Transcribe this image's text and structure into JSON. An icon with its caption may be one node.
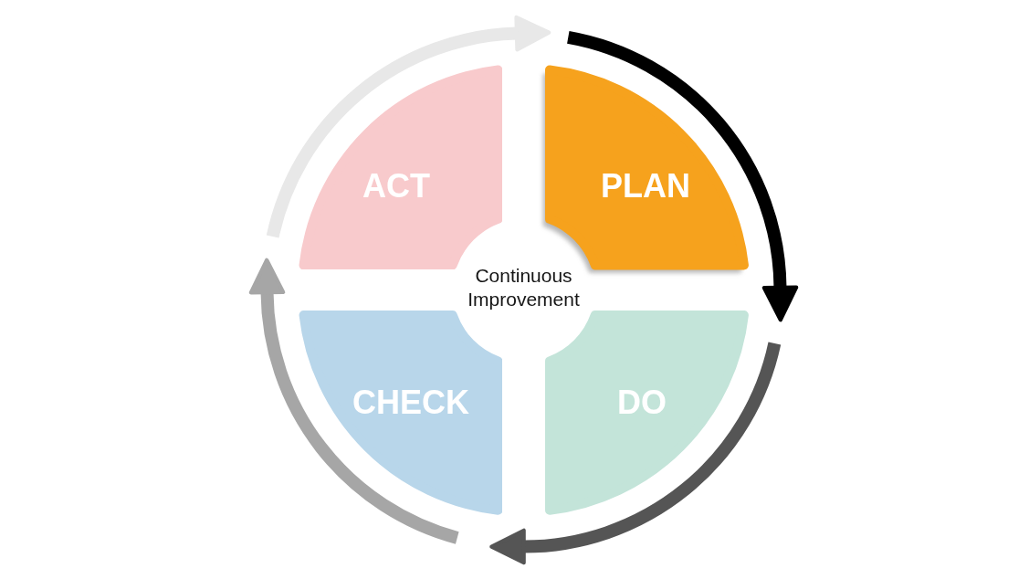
{
  "diagram": {
    "nodes": [
      {
        "text": [
          "ACT"
        ]
      },
      {
        "text": [
          "PLAN"
        ]
      },
      {
        "text": [
          "DO"
        ]
      },
      {
        "text": [
          "CHECK"
        ]
      }
    ],
    "labels": [
      "Continuous Improvement"
    ]
  }
}
